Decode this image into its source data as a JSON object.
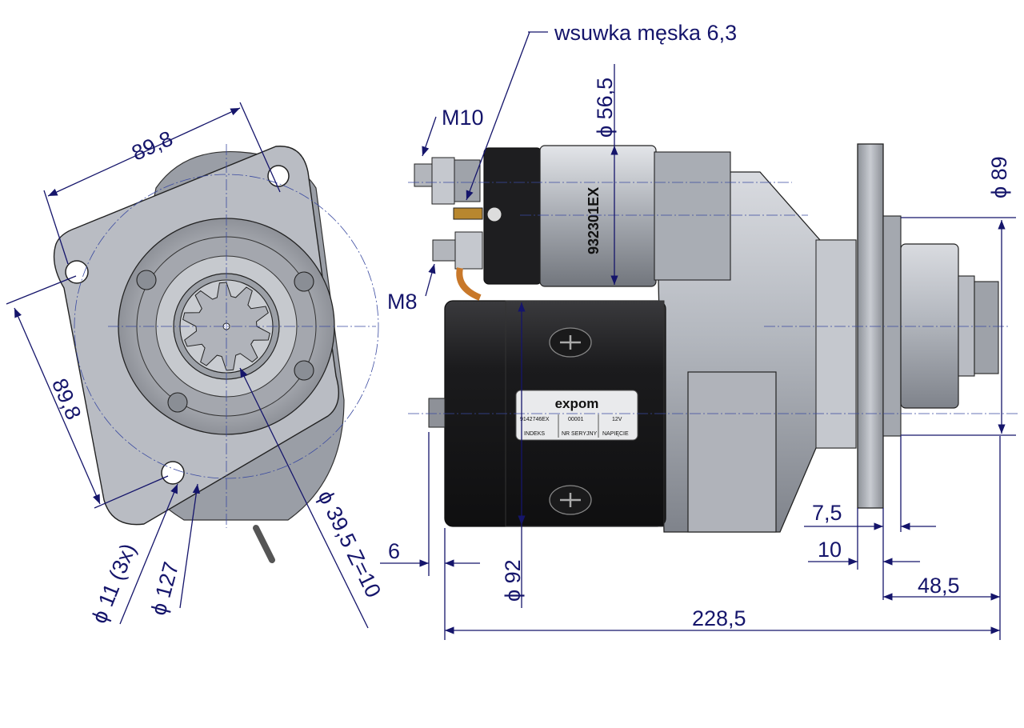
{
  "labels": {
    "connector": "wsuwka męska 6,3",
    "m10": "M10",
    "m8": "M8",
    "flange_width_top": "89,8",
    "flange_width_side": "89,8",
    "hole_dia": "ϕ 11 (3x)",
    "bolt_circle": "ϕ 127",
    "pinion": "ϕ 39,5 Z=10",
    "solenoid_dia": "ϕ 56,5",
    "flange_dia": "ϕ 89",
    "motor_dia": "ϕ 92",
    "offset_6": "6",
    "dim_7_5": "7,5",
    "dim_10": "10",
    "dim_48_5": "48,5",
    "total_length": "228,5"
  },
  "part": {
    "solenoid_code": "932301EX",
    "brand": "expom",
    "plate": {
      "index_value": "9142746EX",
      "index_label": "INDEKS",
      "serial_value": "00001",
      "serial_label": "NR SERYJNY",
      "voltage_value": "12V",
      "voltage_label": "NAPIĘCIE"
    }
  },
  "colors": {
    "dimension": "#15156b",
    "body_grey": "#a9adb5",
    "motor_black": "#1d1d1f",
    "copper": "#c8782a"
  }
}
